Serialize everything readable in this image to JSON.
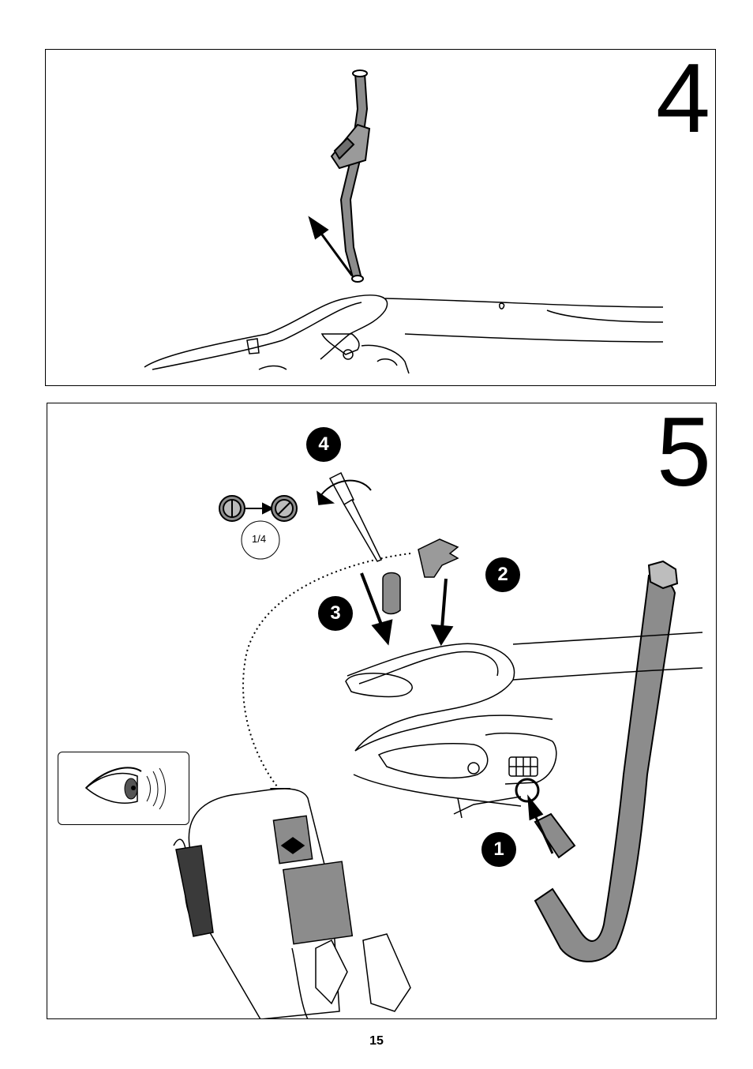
{
  "page": {
    "number": "15"
  },
  "steps": [
    {
      "number": "4"
    },
    {
      "number": "5",
      "callouts": [
        "1",
        "2",
        "3",
        "4"
      ],
      "rotation_label": "1/4"
    }
  ],
  "colors": {
    "part_gray": "#8c8c8c",
    "line": "#000000"
  },
  "icons": [
    "eye-icon",
    "screwdriver-icon",
    "slot-screw-icon"
  ]
}
